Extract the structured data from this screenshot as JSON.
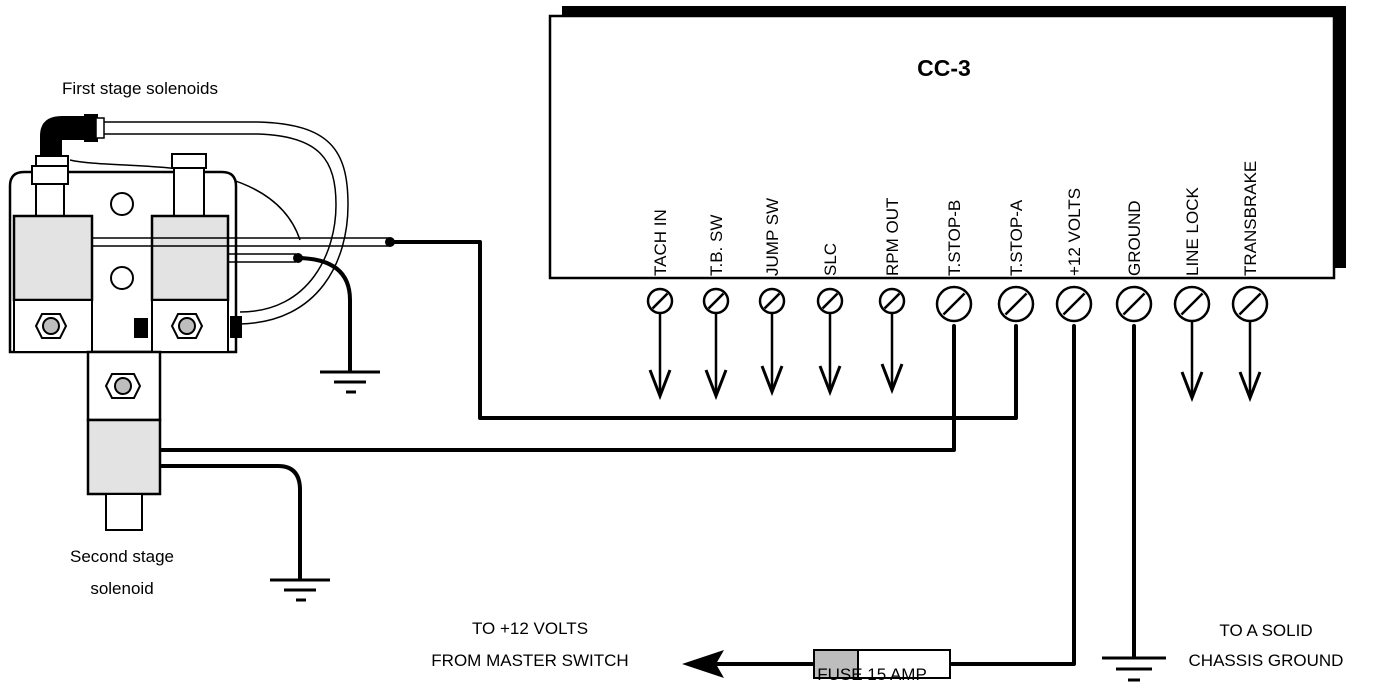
{
  "controller": {
    "title": "CC-3",
    "terminals": [
      "TACH IN",
      "T.B. SW",
      "JUMP SW",
      "SLC",
      "RPM OUT",
      "T.STOP-B",
      "T.STOP-A",
      "+12 VOLTS",
      "GROUND",
      "LINE LOCK",
      "TRANSBRAKE"
    ]
  },
  "labels": {
    "first_stage": "First stage solenoids",
    "second_stage_line1": "Second stage",
    "second_stage_line2": "solenoid",
    "power_line1": "TO +12 VOLTS",
    "power_line2": "FROM MASTER SWITCH",
    "fuse": "FUSE 15 AMP",
    "ground_line1": "TO A SOLID",
    "ground_line2": "CHASSIS GROUND"
  },
  "colors": {
    "ink": "#000000",
    "solenoid_body": "#e3e3e3",
    "fuse_end": "#bdbdbd"
  }
}
